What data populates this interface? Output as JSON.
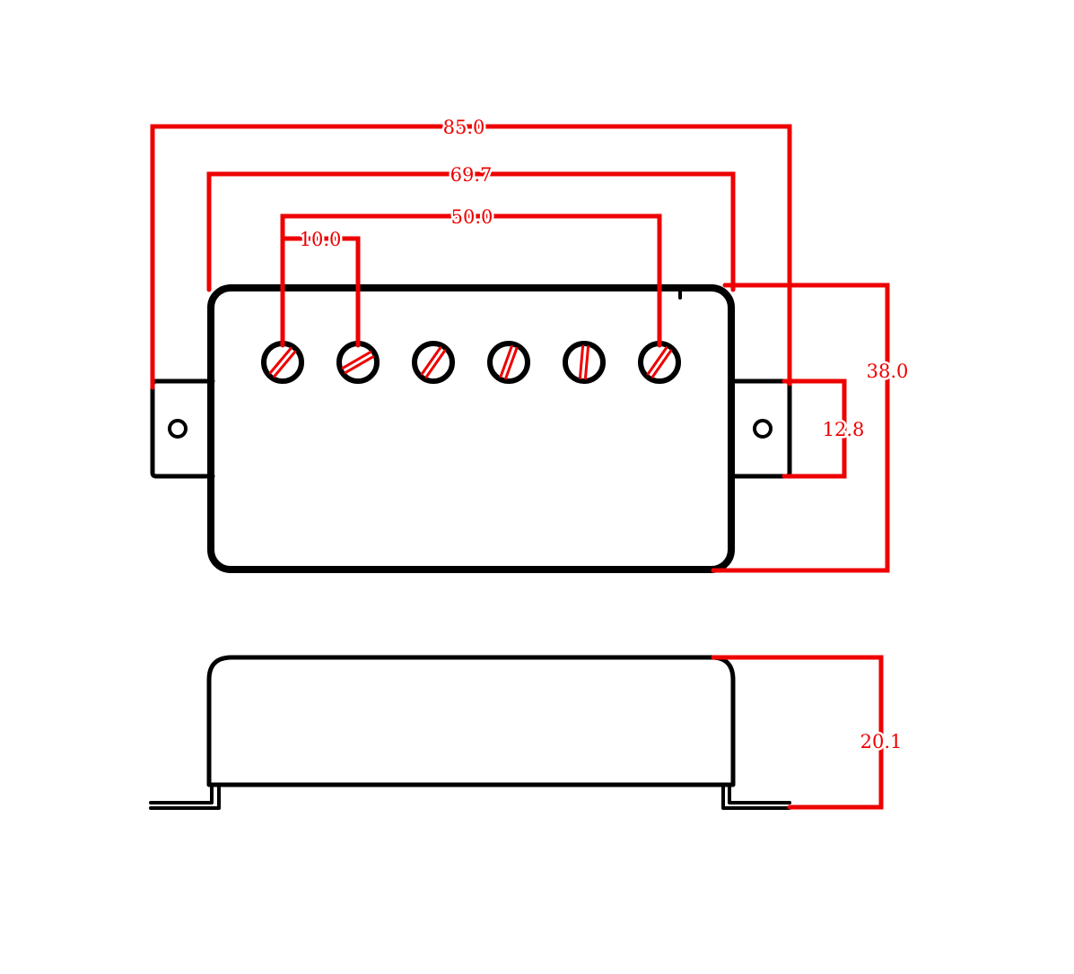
{
  "colors": {
    "outline": "#000000",
    "dimension": "#ee0000",
    "background": "#ffffff"
  },
  "dimensions": {
    "overall_length": "85.0",
    "cover_length": "69.7",
    "pole_span": "50.0",
    "pole_spacing": "10.0",
    "width": "38.0",
    "mounting_ear_width": "12.8",
    "height": "20.1"
  },
  "pole_pieces": {
    "count": 6
  }
}
